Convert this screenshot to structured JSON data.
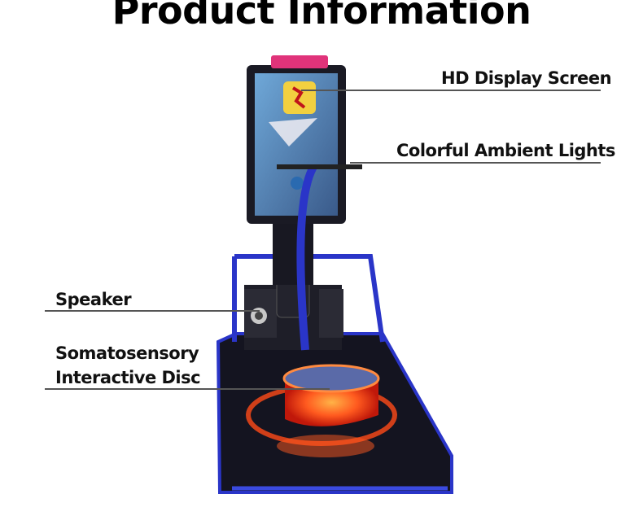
{
  "page_title": "Product Information",
  "callouts": {
    "hd_display": "HD Display Screen",
    "ambient_lights": "Colorful Ambient Lights",
    "speaker": "Speaker",
    "disc_line1": "Somatosensory",
    "disc_line2": "Interactive Disc"
  },
  "colors": {
    "frame_blue": "#2a35c8",
    "disc_orange": "#ff5a1f",
    "body_dark": "#141420"
  }
}
